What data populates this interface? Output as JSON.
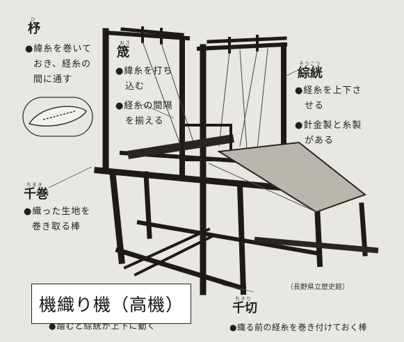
{
  "caption": "機織り機（高機）",
  "credit": "（長野県立歴史館）",
  "labels": {
    "shuttle": {
      "title": "杼",
      "ruby": "ひ",
      "lines": [
        "●緯糸を巻いて",
        "おき、経糸の",
        "間に通す"
      ]
    },
    "reed": {
      "title": "筬",
      "ruby": "おさ",
      "lines": [
        "●緯糸を打ち",
        "込む",
        "●経糸の間隔",
        "を揃える"
      ]
    },
    "heddle": {
      "title": "綜絖",
      "ruby": "そうこう",
      "lines": [
        "●経糸を上下さ",
        "せる",
        "●針金製と糸製",
        "がある"
      ]
    },
    "cloth_beam": {
      "title": "千巻",
      "ruby": "ちまき",
      "lines": [
        "●織った生地を",
        "巻き取る棒"
      ]
    },
    "warp_beam": {
      "title": "千切",
      "ruby": "ちきり",
      "lines": [
        "●織る前の経糸を巻き付けておく棒"
      ]
    },
    "treadle": {
      "lines": [
        "●踏むと綜絖が上下に動く"
      ]
    }
  }
}
